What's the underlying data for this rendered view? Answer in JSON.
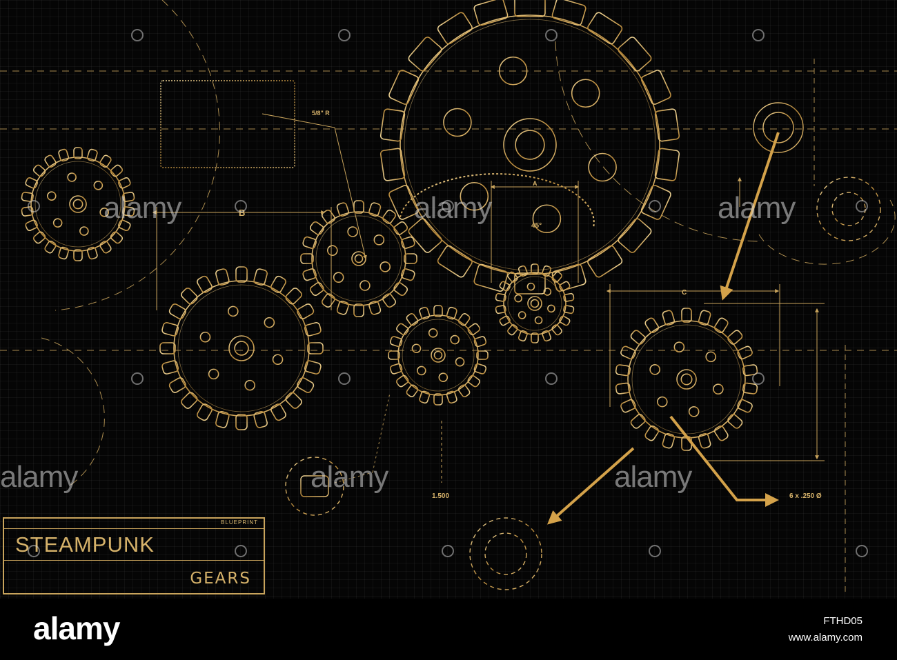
{
  "title_block": {
    "subtitle": "BLUEPRINT",
    "title": "STEAMPUNK",
    "subtitle_large": "GEARS"
  },
  "annotations": {
    "dim_b": "B",
    "dim_a": "A",
    "dim_c": "C",
    "radius_note": "5/8\" R",
    "angle_note": "45°",
    "diameter_note": "1.500",
    "holes_note": "6 x .250 Ø"
  },
  "watermark": {
    "text": "alamy"
  },
  "footer": {
    "logo": "alamy",
    "image_id": "FTHD05",
    "site": "www.alamy.com"
  },
  "colors": {
    "background": "#050505",
    "gold": "#c9a45c",
    "gold_light": "#e6c98a",
    "gold_dark": "#8a6a2c",
    "footer_bg": "#000000",
    "footer_text": "#ffffff"
  }
}
